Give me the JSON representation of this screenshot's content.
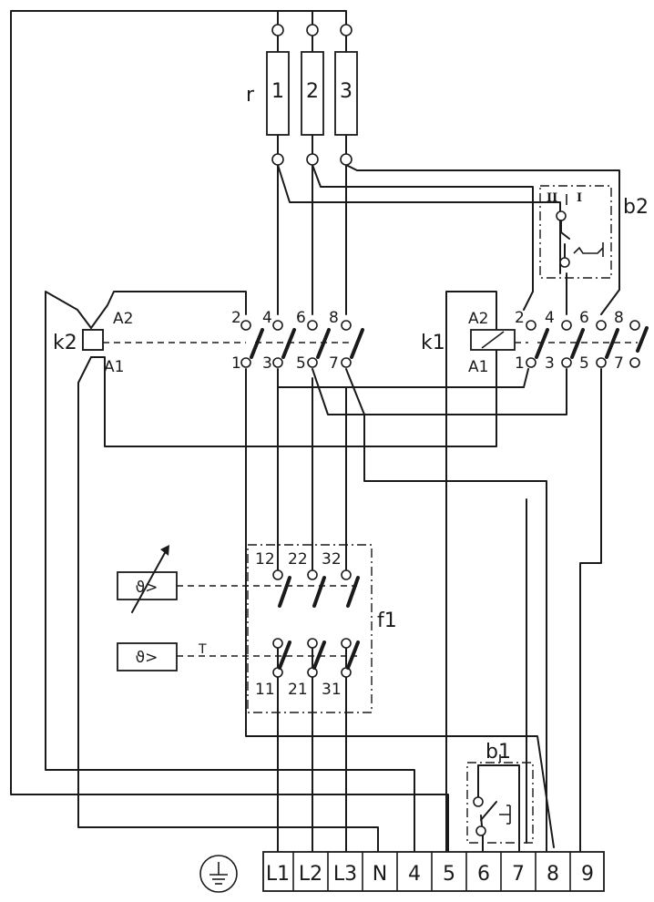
{
  "resistors": {
    "label": "r",
    "items": [
      "1",
      "2",
      "3"
    ]
  },
  "contactor_k2": {
    "label": "k2",
    "coil_top": "A2",
    "coil_bottom": "A1",
    "contacts_top": [
      "2",
      "4",
      "6",
      "8"
    ],
    "contacts_bottom": [
      "1",
      "3",
      "5",
      "7"
    ]
  },
  "contactor_k1": {
    "label": "k1",
    "coil_top": "A2",
    "coil_bottom": "A1",
    "contacts_top": [
      "2",
      "4",
      "6",
      "8"
    ],
    "contacts_bottom": [
      "1",
      "3",
      "5",
      "7"
    ]
  },
  "switch_b2": {
    "label": "b2",
    "positions": [
      "II",
      "I"
    ]
  },
  "relay_f1": {
    "label": "f1",
    "top_labels": [
      "12",
      "22",
      "32"
    ],
    "bottom_labels": [
      "11",
      "21",
      "31"
    ],
    "symbol": "ϑ>",
    "reset_mark": "T"
  },
  "switch_b1": {
    "label": "b1"
  },
  "terminal_strip": [
    "L1",
    "L2",
    "L3",
    "N",
    "4",
    "5",
    "6",
    "7",
    "8",
    "9"
  ],
  "ground_symbol": "earth-ground-icon"
}
